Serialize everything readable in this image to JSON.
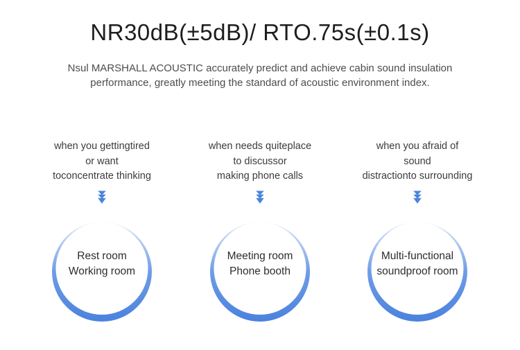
{
  "title": "NR30dB(±5dB)/ RTO.75s(±0.1s)",
  "subtitle": {
    "line1": "Nsul MARSHALL ACOUSTIC accurately predict and achieve cabin sound insulation",
    "line2": "performance, greatly meeting the standard of acoustic environment index."
  },
  "colors": {
    "accent_blue": "#4a82dd",
    "ring_light_blue": "#c5d8f4",
    "title_text": "#1e1e1e",
    "body_text": "#3b3b3b"
  },
  "columns": [
    {
      "scenario": {
        "line1": "when you gettingtired",
        "line2": "or want",
        "line3": "toconcentrate thinking"
      },
      "icon": "double-chevron-down",
      "room": {
        "line1": "Rest room",
        "line2": "Working room"
      }
    },
    {
      "scenario": {
        "line1": "when needs quiteplace",
        "line2": "to discussor",
        "line3": "making phone calls"
      },
      "icon": "double-chevron-down",
      "room": {
        "line1": "Meeting room",
        "line2": "Phone booth"
      }
    },
    {
      "scenario": {
        "line1": "when you afraid of",
        "line2": "sound",
        "line3": "distractionto surrounding"
      },
      "icon": "double-chevron-down",
      "room": {
        "line1": "Multi-functional",
        "line2": "soundproof room"
      }
    }
  ]
}
